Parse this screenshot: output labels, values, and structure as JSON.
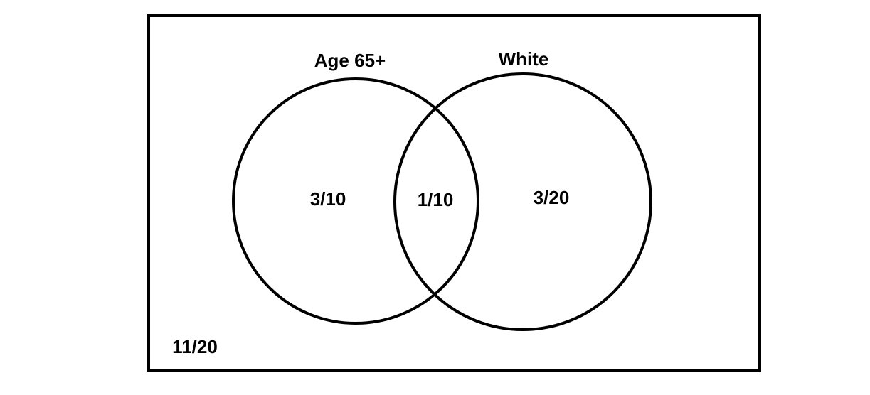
{
  "diagram": {
    "type": "venn",
    "sets": [
      {
        "label": "Age 65+"
      },
      {
        "label": "White"
      }
    ],
    "regions": {
      "age_only": "3/10",
      "both": "1/10",
      "white_only": "3/20",
      "neither": "11/20"
    },
    "colors": {
      "stroke": "#000000",
      "background": "#ffffff"
    }
  }
}
